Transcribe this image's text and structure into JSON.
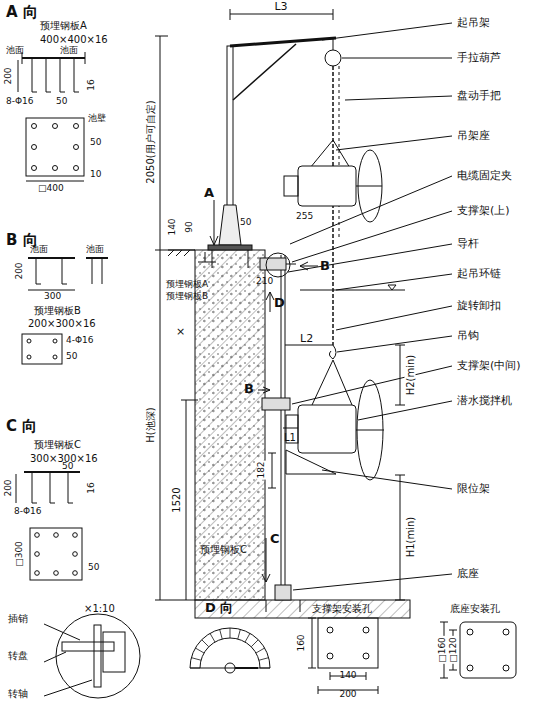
{
  "diagram": {
    "labels": [
      "A 向",
      "预埋钢板A",
      "400×400×16",
      "池面",
      "池面",
      "200",
      "16",
      "8-Φ16",
      "50",
      "池壁",
      "50",
      "□400",
      "10",
      "B 向",
      "池面",
      "池面",
      "200",
      "300",
      "预埋钢板B",
      "200×300×16",
      "4-Φ16",
      "50",
      "C 向",
      "预埋钢板C",
      "300×300×16",
      "200",
      "50",
      "16",
      "8-Φ16",
      "□300",
      "50",
      "L3",
      "2050(用户可自定)",
      "A",
      "140",
      "90",
      "50",
      "255",
      "210",
      "预埋钢板A",
      "预埋钢板B",
      "B",
      "D",
      "×",
      "L2",
      "H2(min)",
      "B",
      "L1",
      "182",
      "H(池深)",
      "1520",
      "预埋钢板C",
      "C",
      "H1(min)",
      "×1:10",
      "插销",
      "转盘",
      "转轴",
      "D 向",
      "支撑架安装孔",
      "160",
      "140",
      "200",
      "底座安装孔",
      "□160",
      "□120",
      "起吊架",
      "手拉葫芦",
      "盘动手把",
      "吊架座",
      "电缆固定夹",
      "支撑架(上)",
      "导杆",
      "起吊环链",
      "旋转卸扣",
      "吊钩",
      "支撑架(中间)",
      "潜水搅拌机",
      "限位架",
      "底座"
    ]
  }
}
